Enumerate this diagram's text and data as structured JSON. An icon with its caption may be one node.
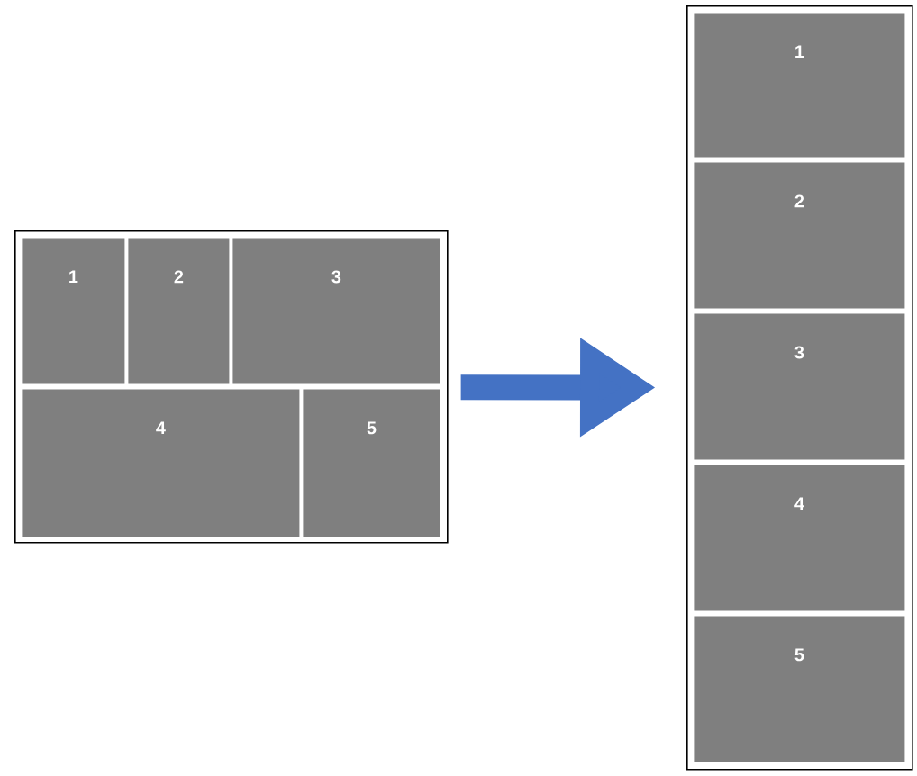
{
  "diagram": {
    "nodes": [
      {
        "text": [],
        "shape": "box"
      },
      {
        "text": [
          "1"
        ],
        "in": 0
      },
      {
        "text": [
          "2"
        ],
        "in": 0
      },
      {
        "text": [
          "3"
        ],
        "in": 0
      },
      {
        "text": [
          "4"
        ],
        "in": 0
      },
      {
        "text": [
          "5"
        ],
        "in": 0
      },
      {
        "text": [],
        "shape": "box"
      },
      {
        "text": [
          "1"
        ],
        "in": 6
      },
      {
        "text": [
          "2"
        ],
        "in": 6
      },
      {
        "text": [
          "3"
        ],
        "in": 6
      },
      {
        "text": [
          "4"
        ],
        "in": 6
      },
      {
        "text": [
          "5"
        ],
        "in": 6
      }
    ],
    "edges": [
      {
        "from": 0,
        "to": 6,
        "arrow": "to",
        "color": "#4472c4"
      }
    ]
  }
}
